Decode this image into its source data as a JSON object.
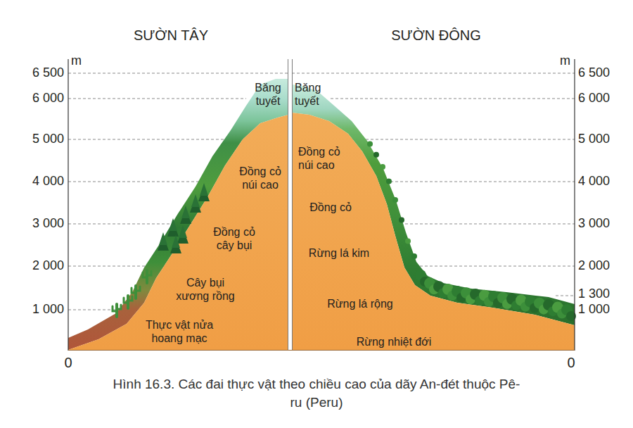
{
  "diagram": {
    "caption": "Hình 16.3. Các đai thực vật theo chiều cao của dãy An-đét thuộc Pê-ru (Peru)",
    "labels": [
      "SƯỜN TÂY",
      "SƯỜN ĐÔNG",
      "m",
      "m",
      "6 500",
      "6 000",
      "5 000",
      "4 000",
      "3 000",
      "2 000",
      "1 000",
      "6 500",
      "6 000",
      "5 000",
      "4 000",
      "3 000",
      "2 000",
      "1 300",
      "1 000",
      "Băng tuyết",
      "Đồng cỏ núi cao",
      "Đồng cỏ cây bụi",
      "Cây bụi xương rồng",
      "Thực vật nửa hoang mạc",
      "Băng tuyết",
      "Đồng cỏ núi cao",
      "Đồng cỏ",
      "Rừng lá kim",
      "Rừng lá rộng",
      "Rừng nhiệt đới",
      "0",
      "0"
    ]
  }
}
